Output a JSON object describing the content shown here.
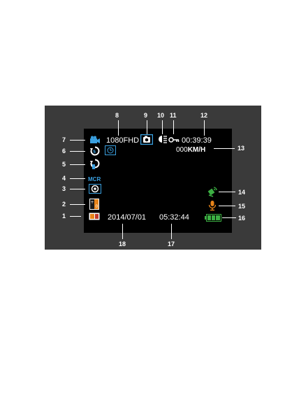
{
  "callouts": [
    "1",
    "2",
    "3",
    "4",
    "5",
    "6",
    "7",
    "8",
    "9",
    "10",
    "11",
    "12",
    "13",
    "14",
    "15",
    "16",
    "17",
    "18"
  ],
  "display": {
    "resolution": "1080FHD",
    "time_elapsed": "00:39:39",
    "speed_value": "000",
    "speed_unit": "KM/H",
    "date": "2014/07/01",
    "clock": "05:32:44",
    "mcr_label": "MCR"
  },
  "colors": {
    "panel": "#3a3a3a",
    "screen": "#000000",
    "icon_blue": "#3aa0e0",
    "gps_green": "#3cb043",
    "mic_orange": "#e8841a",
    "battery_green": "#3cb043",
    "card_orange": "#e8841a"
  },
  "icons": [
    "memory-card-icon",
    "exposure-icon",
    "white-balance-icon",
    "mcr-icon",
    "loop-recording-icon",
    "motion-detect-icon",
    "video-camera-icon",
    "timer-icon",
    "camera-mode-icon",
    "headlight-icon",
    "key-lock-icon",
    "gps-icon",
    "microphone-icon",
    "battery-icon"
  ]
}
